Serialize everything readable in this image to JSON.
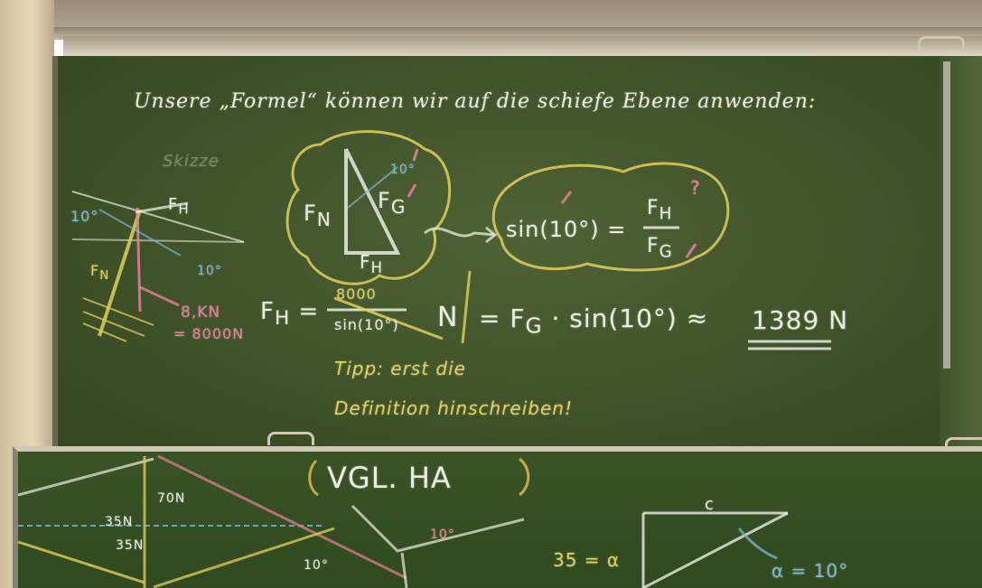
{
  "board": {
    "title": "Unsere „Formel“ können wir auf die schiefe Ebene anwenden:",
    "sketch_label": "Skizze",
    "angle_left": "10°",
    "angle_right": "10°",
    "fh_label": "F",
    "fh_sub": "H",
    "fn_label": "F",
    "fn_sub": "N",
    "fg_label": "F",
    "fg_sub": "G",
    "force_left": "8,KN",
    "force_left2": "= 8000N",
    "cloud_angle": "10°",
    "cloud_sin": "sin(10°) =",
    "cloud_question": "?",
    "eq_left": "F",
    "eq_left_sub": "H",
    "eq_equals": "=",
    "eq_num": "8000",
    "eq_den": "sin(10°)",
    "eq_unit": "N",
    "eq_rhs": "= F",
    "eq_rhs_sub": "G",
    "eq_rhs_tail": "· sin(10°) ≈",
    "eq_result": "1389 N",
    "tip_line1": "Tipp: erst die",
    "tip_line2": "Definition hinschreiben!"
  },
  "lower_board": {
    "title": "VGL. HA",
    "label_70": "70N",
    "label_35a": "35N",
    "label_35b": "35N",
    "label_10a": "10°",
    "label_10b": "10°",
    "alpha_eq": "35 = α",
    "c_label": "c",
    "alpha_result": "α = 10°"
  }
}
